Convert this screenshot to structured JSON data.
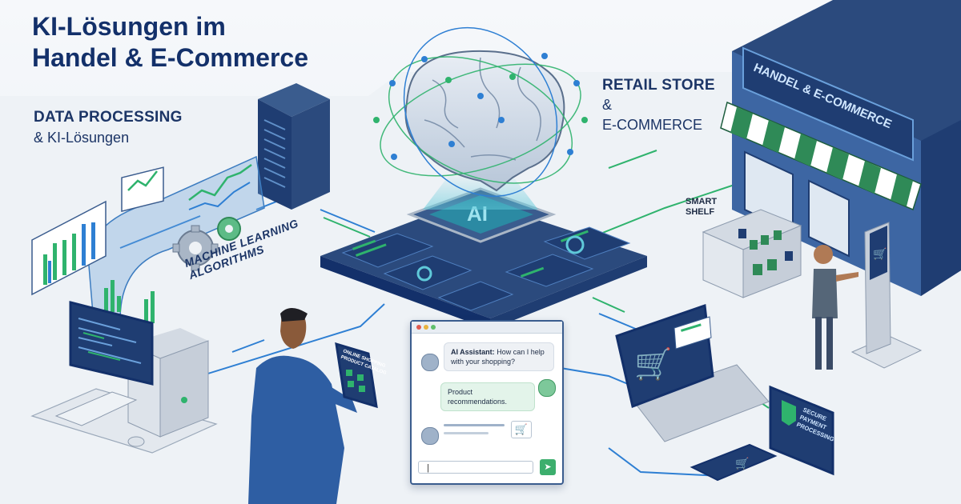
{
  "title_line1": "KI-Lösungen im",
  "title_line2": "Handel & E-Commerce",
  "data_processing": {
    "heading": "DATA PROCESSING",
    "sub": "& KI-Lösungen"
  },
  "retail": {
    "line1": "RETAIL STORE",
    "line2": "&",
    "line3": "E-COMMERCE"
  },
  "ml_label_line1": "MACHINE LEARNING",
  "ml_label_line2": "ALGORITHMS",
  "ai_chip": "AI",
  "store_sign": "HANDEL & E-COMMERCE",
  "smart_shelf_line1": "SMART",
  "smart_shelf_line2": "SHELF",
  "tablet_label_line1": "ONLINE SHOPPING",
  "tablet_label_line2": "PRODUCT CATALOG",
  "payment_label_line1": "SECURE",
  "payment_label_line2": "PAYMENT",
  "payment_label_line3": "PROCESSING",
  "chat": {
    "msg1_bold": "AI Assistant:",
    "msg1_rest": " How can I help with your shopping?",
    "msg2": "Product recommendations.",
    "input_cursor": "|",
    "send_icon": "➤"
  },
  "colors": {
    "navy": "#1f3d72",
    "dark_navy": "#13306a",
    "accent_green": "#2fb36d",
    "accent_blue": "#2e7fd3",
    "background": "#f3f6f9"
  }
}
